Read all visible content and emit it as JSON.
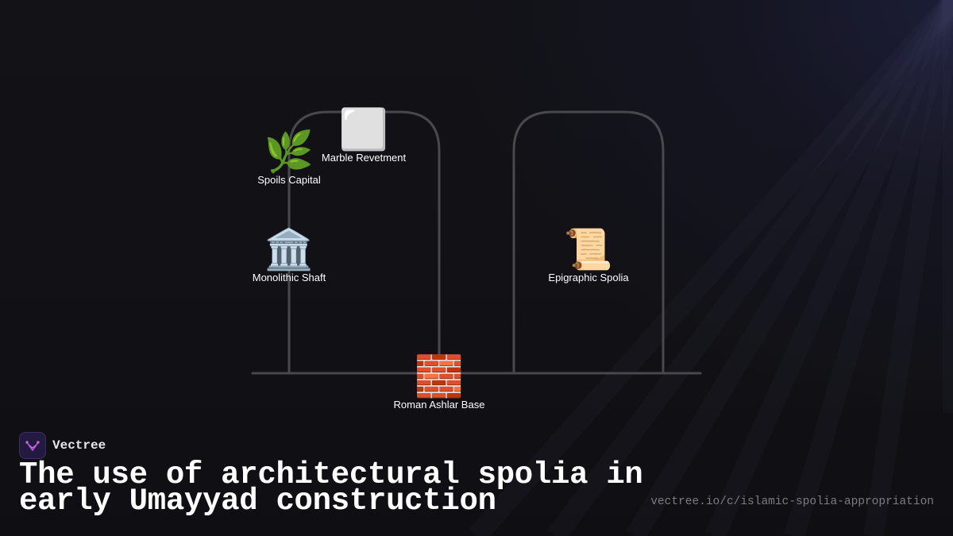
{
  "brand": {
    "name": "Vectree",
    "logo_icon": "vectree-logo-icon",
    "logo_color": "#b14fd6"
  },
  "title": "The use of architectural spolia in early Umayyad construction",
  "url": "vectree.io/c/islamic-spolia-appropriation",
  "colors": {
    "background": "#111116",
    "glow": "#1c1e38",
    "line": "#4a4a4f",
    "text": "#ffffff",
    "muted": "#7b7b83"
  },
  "diagram": {
    "nodes": [
      {
        "id": "spoils-capital",
        "label": "Spoils Capital",
        "icon": "herb-icon",
        "glyph": "🌿"
      },
      {
        "id": "marble-revetment",
        "label": "Marble Revetment",
        "icon": "white-square-icon",
        "glyph": "⬜"
      },
      {
        "id": "monolithic-shaft",
        "label": "Monolithic Shaft",
        "icon": "classical-building-icon",
        "glyph": "🏛️"
      },
      {
        "id": "epigraphic-spolia",
        "label": "Epigraphic Spolia",
        "icon": "scroll-icon",
        "glyph": "📜"
      },
      {
        "id": "roman-ashlar-base",
        "label": "Roman Ashlar Base",
        "icon": "brick-icon",
        "glyph": "🧱"
      }
    ]
  }
}
